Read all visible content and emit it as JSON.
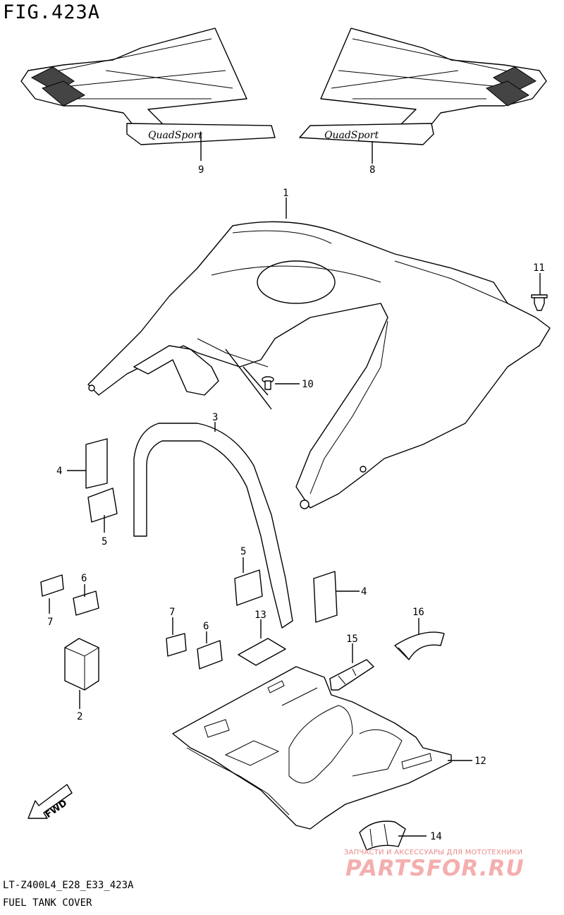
{
  "figure": {
    "title": "FIG.423A",
    "model_code": "LT-Z400L4_E28_E33_423A",
    "caption": "FUEL TANK COVER"
  },
  "decal_text": "QuadSport",
  "callouts": [
    "1",
    "2",
    "3",
    "4",
    "4",
    "5",
    "5",
    "6",
    "6",
    "7",
    "7",
    "8",
    "9",
    "10",
    "11",
    "12",
    "13",
    "14",
    "15",
    "16"
  ],
  "fwd_label": "FWD",
  "watermark": {
    "tagline": "ЗАПЧАСТИ И АКСЕССУАРЫ ДЛЯ МОТОТЕХНИКИ",
    "brand": "PARTSFOR.RU"
  },
  "colors": {
    "line": "#000000",
    "background": "#ffffff",
    "watermark": "#f29a9a"
  }
}
